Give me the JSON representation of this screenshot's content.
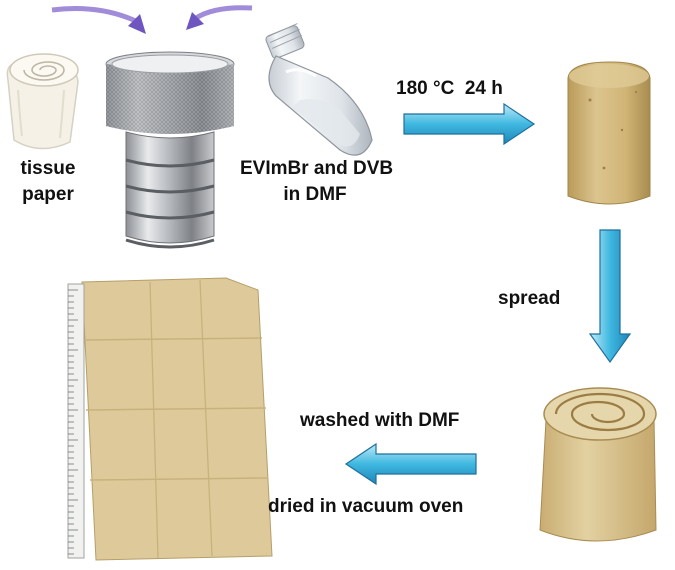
{
  "labels": {
    "tissue_line1": "tissue",
    "tissue_line2": "paper",
    "precursor_line1": "EVImBr and DVB",
    "precursor_line2": "in DMF",
    "reaction_conditions": "180 °C  24 h",
    "spread": "spread",
    "washed": "washed with DMF",
    "dried": "dried in vacuum oven"
  },
  "colors": {
    "flow_arrow_fill": "#3fb8e0",
    "flow_arrow_edge": "#1f6f9c",
    "curved_arrow": "#8a6fd0",
    "product_beige": "#d8c28a",
    "steel": "#b9bcc0"
  },
  "icons": {
    "curved_arrow": "curved-arrow-icon",
    "flow_arrow": "block-arrow-icon"
  }
}
